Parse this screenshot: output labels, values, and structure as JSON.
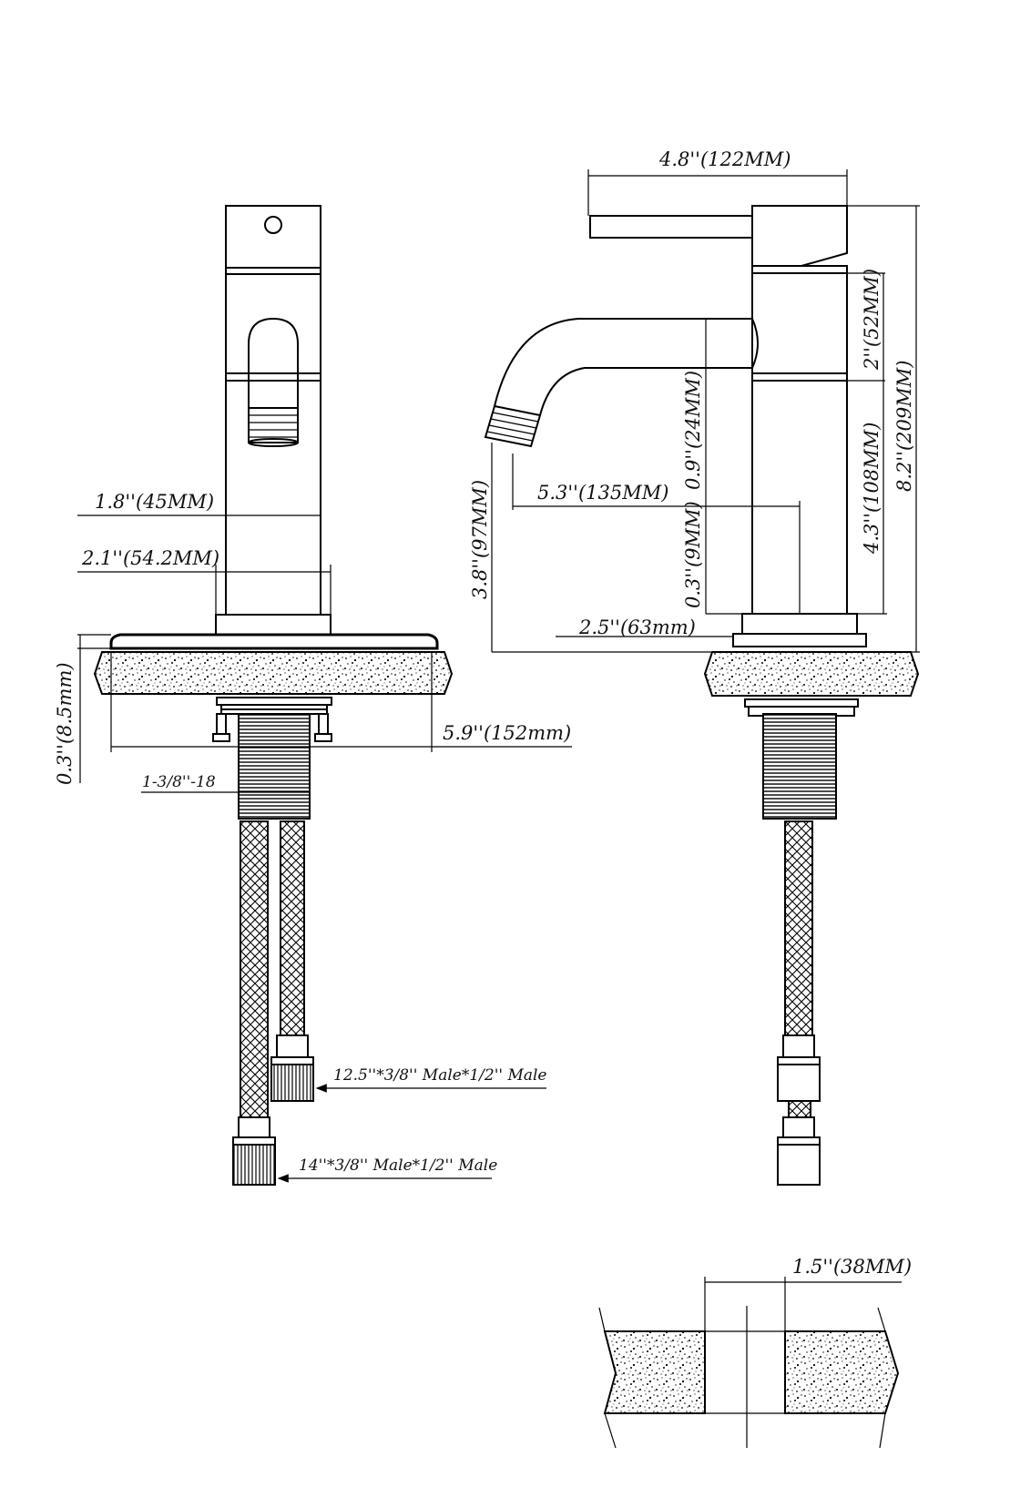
{
  "dimensions": {
    "front_spout_width": "1.8''(45MM)",
    "front_body_width": "2.1''(54.2MM)",
    "deck_thickness": "0.3''(8.5mm)",
    "base_plate_width": "5.9''(152mm)",
    "thread_size": "1-3/8''-18",
    "hose_short": "12.5''*3/8'' Male*1/2'' Male",
    "hose_long": "14''*3/8'' Male*1/2'' Male",
    "side_overall_depth": "4.8''(122MM)",
    "side_handle_height": "2''(52MM)",
    "side_total_height": "8.2''(209MM)",
    "side_spout_height": "0.9''(24MM)",
    "side_spout_reach": "5.3''(135MM)",
    "side_body_height": "4.3''(108MM)",
    "side_outlet_height": "3.8''(97MM)",
    "side_collar_height": "0.3''(9MM)",
    "side_base_diameter": "2.5''(63mm)",
    "hole_diameter": "1.5''(38MM)"
  }
}
